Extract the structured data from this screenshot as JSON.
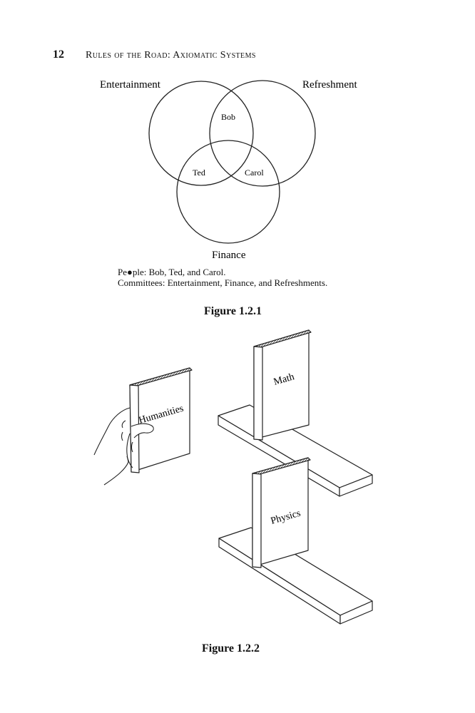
{
  "header": {
    "page_number": "12",
    "running_title": "Rules of the Road: Axiomatic Systems"
  },
  "figure_1": {
    "labels": {
      "entertainment": "Entertainment",
      "refreshment": "Refreshment",
      "finance": "Finance",
      "bob": "Bob",
      "ted": "Ted",
      "carol": "Carol"
    },
    "people_line": "Pe●ple: Bob, Ted, and Carol.",
    "committees_line": "Committees: Entertainment, Finance, and Refreshments.",
    "title": "Figure 1.2.1"
  },
  "figure_2": {
    "books": {
      "humanities": "Humanities",
      "math": "Math",
      "physics": "Physics"
    },
    "title": "Figure 1.2.2"
  }
}
